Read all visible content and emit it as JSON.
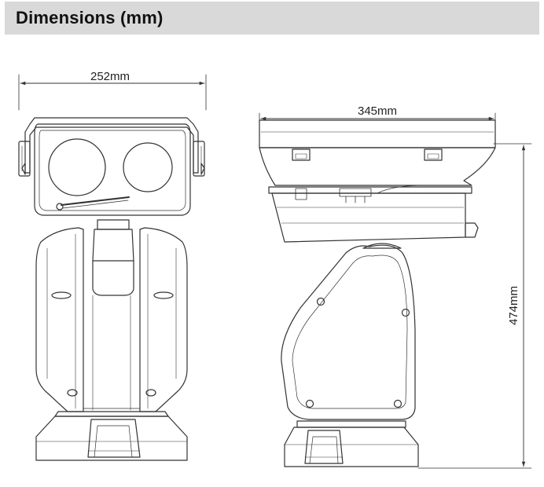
{
  "header": {
    "title": "Dimensions (mm)"
  },
  "dimensions": {
    "front_width": "252mm",
    "side_width": "345mm",
    "height": "474mm"
  },
  "colors": {
    "header_bg": "#d9d9d9",
    "line": "#333333"
  }
}
